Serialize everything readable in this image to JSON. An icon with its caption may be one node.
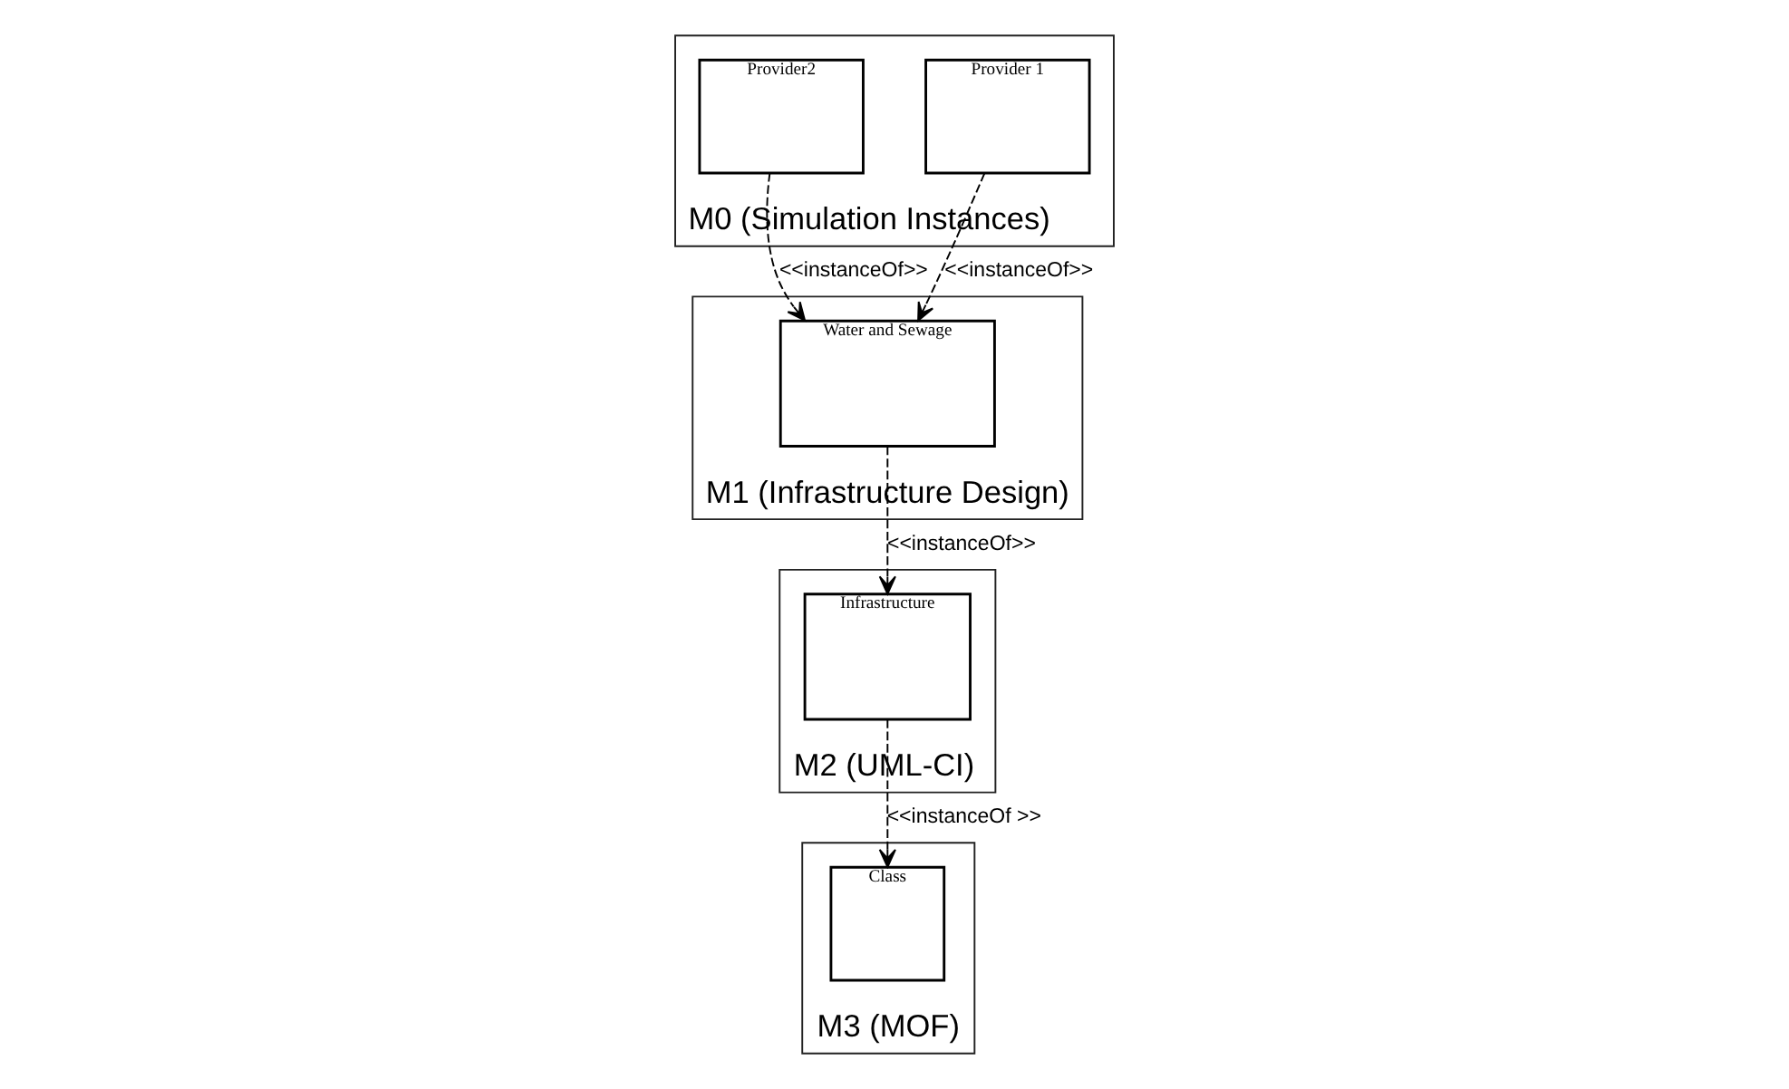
{
  "diagram": {
    "nodes": [
      {
        "text": [
          "M0 (Simulation Instances)"
        ]
      },
      {
        "text": [
          "Provider2"
        ],
        "in": 0
      },
      {
        "text": [
          "Provider 1"
        ],
        "in": 0
      },
      {
        "text": [
          "M1 (Infrastructure Design)"
        ]
      },
      {
        "text": [
          "Water and Sewage"
        ],
        "in": 3
      },
      {
        "text": [
          "M2 (UML-CI)"
        ]
      },
      {
        "text": [
          "Infrastructure"
        ],
        "in": 5
      },
      {
        "text": [
          "M3 (MOF)"
        ]
      },
      {
        "text": [
          "Class"
        ],
        "in": 7
      }
    ],
    "edges": [
      {
        "from": 1,
        "to": 4,
        "arrow": "to",
        "label": "<<instanceOf>>",
        "style": "dashed"
      },
      {
        "from": 2,
        "to": 4,
        "arrow": "to",
        "label": "<<instanceOf>>",
        "style": "dashed"
      },
      {
        "from": 4,
        "to": 6,
        "arrow": "to",
        "label": "<<instanceOf>>",
        "style": "dashed"
      },
      {
        "from": 6,
        "to": 8,
        "arrow": "to",
        "label": "<<instanceOf >>",
        "style": "dashed"
      }
    ]
  }
}
